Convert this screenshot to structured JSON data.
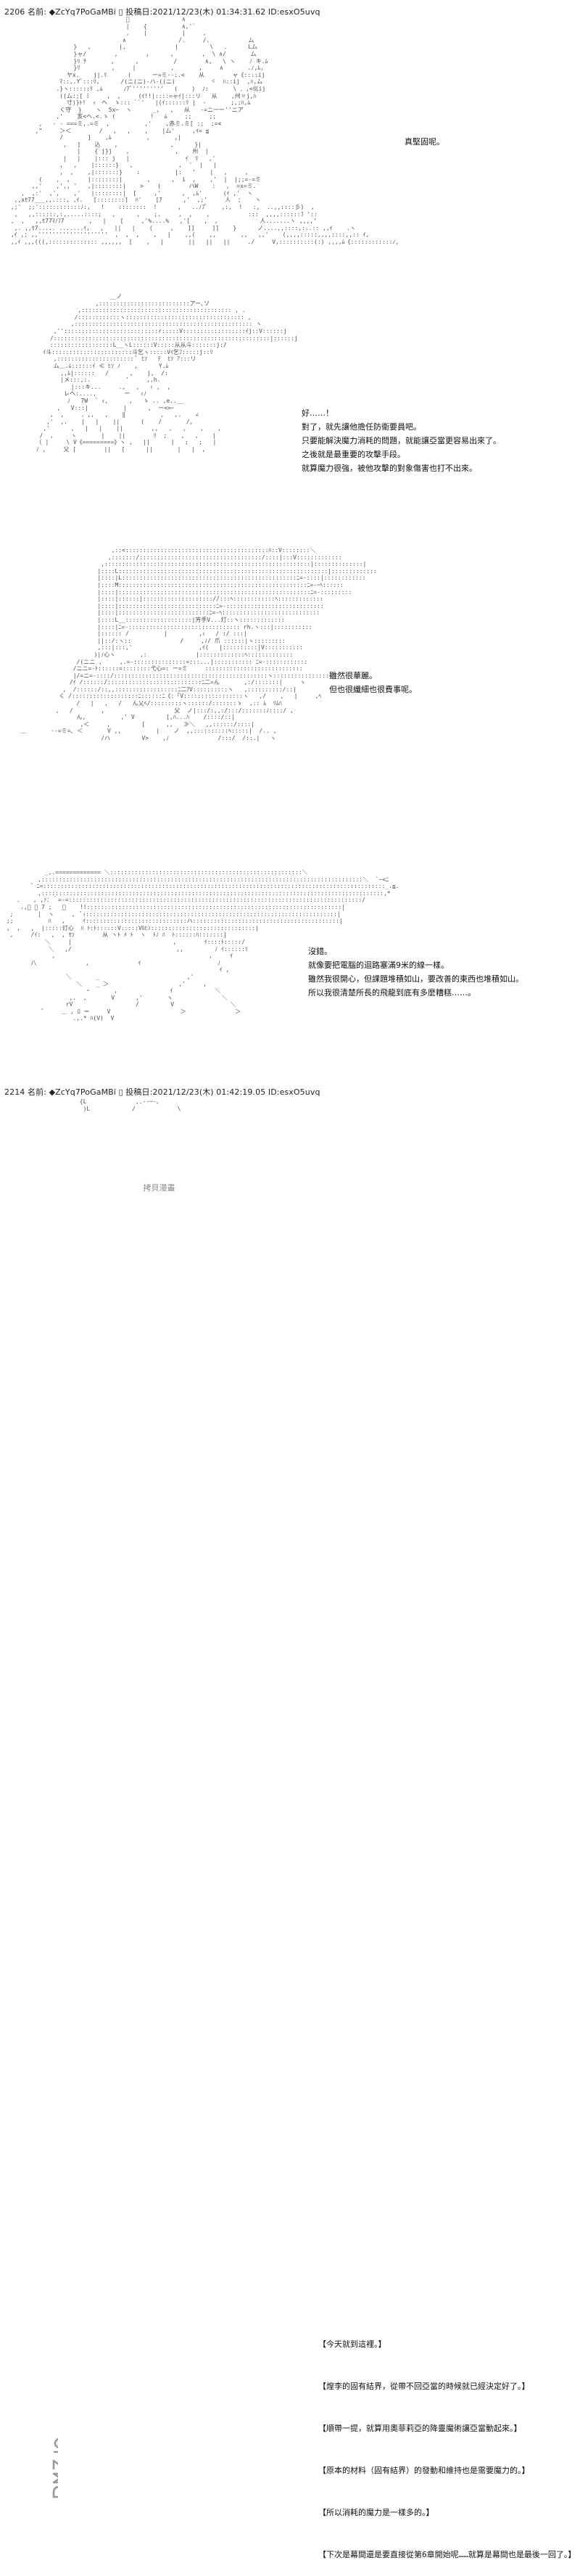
{
  "post1": {
    "header": "2206 名前: ◆ZcYq7PoGaMBi ▯ 投稿日:2021/12/23(木) 01:34:31.62 ID:esxO5uvq",
    "panel1_lines": [
      "真堅固呢。"
    ],
    "panel2_lines": [
      "好……！",
      "對了，就先讓他擔任防衛要員吧。",
      "只要能解決魔力消耗的問題，就能讓亞當更容易出來了。",
      "之後就是最重要的攻擊手段。",
      "就算魔力很強，被他攻擊的對象傷害也打不出來。"
    ],
    "panel3_lines": [
      "雖然很華麗。",
      "但也很纖細也很費事呢。"
    ],
    "panel4_lines": [
      "沒錯。",
      "就像要把電腦的迴路塞滿9米的線一樣。",
      "雖然我很開心，但課題堆積如山，要改善的東西也堆積如山。",
      "所以我很清楚所長的飛龍到底有多麼糟糕……。"
    ]
  },
  "post2": {
    "header": "2214 名前: ◆ZcYq7PoGaMBi ▯ 投稿日:2021/12/23(木) 01:42:19.05 ID:esxO5uvq",
    "panel5_lines": [
      "【今天就到這裡。】",
      "【煌李的固有結界，從帶不回亞當的時候就已經決定好了。】",
      "【順帶一提，就算用奧菲莉亞的降靈魔術讓亞當動起來。】",
      "【原本的材料（固有結界）的發動和維持也是需要魔力的。】",
      "【所以消耗的魔力是一樣多的。】",
      "【下次是幕間還是要直接從第6章開始呢……就算是幕間也是最後一回了。】"
    ]
  },
  "watermark": {
    "logo_text": "DMZJ",
    "site_text": "拷貝漫畫"
  },
  "colors": {
    "ascii_art": "#4a4a4a",
    "text": "#111111",
    "watermark": "#8a8a8a"
  }
}
